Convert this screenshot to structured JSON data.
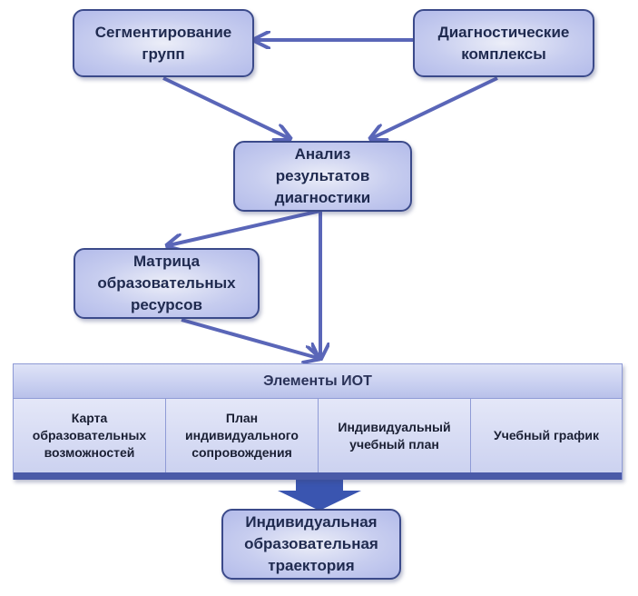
{
  "colors": {
    "arrow": "#5a66b8",
    "node_border": "#3b4a8a",
    "node_text": "#1f2a4f",
    "table_accent": "#4a5aa8",
    "big_arrow": "#3a55b0"
  },
  "nodes": {
    "segmentation": "Сегментирование\nгрупп",
    "diagnostic_complexes": "Диагностические\nкомплексы",
    "analysis": "Анализ\nрезультатов\nдиагностики",
    "matrix": "Матрица\nобразовательных\nресурсов",
    "trajectory": "Индивидуальная\nобразовательная\nтраектория"
  },
  "iot_table": {
    "title": "Элементы ИОТ",
    "cells": [
      "Карта\nобразовательных\nвозможностей",
      "План\nиндивидуального\nсопровождения",
      "Индивидуальный\nучебный план",
      "Учебный график"
    ]
  },
  "edges": [
    {
      "from": "diagnostic_complexes",
      "to": "segmentation"
    },
    {
      "from": "segmentation",
      "to": "analysis"
    },
    {
      "from": "diagnostic_complexes",
      "to": "analysis"
    },
    {
      "from": "analysis",
      "to": "matrix"
    },
    {
      "from": "analysis",
      "to": "iot_table"
    },
    {
      "from": "matrix",
      "to": "iot_table"
    },
    {
      "from": "iot_table",
      "to": "trajectory",
      "style": "block-arrow"
    }
  ]
}
